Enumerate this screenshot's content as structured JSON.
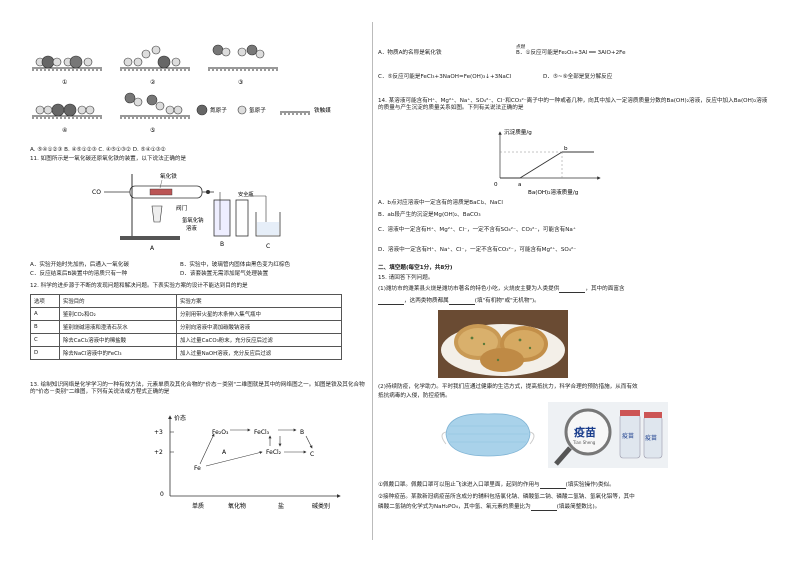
{
  "left": {
    "particle_labels": [
      "①",
      "②",
      "③",
      "④",
      "⑤"
    ],
    "legend": {
      "nitrogen": "氮原子",
      "hydrogen": "氢原子",
      "catalyst": "铁触媒"
    },
    "q10_answer": "A. ⑤④①②③   B. ④⑤①②③   C. ④⑤①③②   D. ⑤④①③②",
    "q11": {
      "stem": "11. 如图所示是一氧化碳还原氧化铁的装置，以下说法正确的是",
      "apparatus_labels": {
        "co": "CO",
        "iron_oxide": "氧化铁",
        "valve": "阀门",
        "solution": "氢氧化钠",
        "solution2": "溶液",
        "safety_bottle": "安全瓶",
        "a": "A",
        "b": "B",
        "c": "C"
      },
      "options": [
        "A．实验开始时先加热，后通入一氧化碳",
        "B．实验中，玻璃管内固体由黑色变为红棕色",
        "C．反应结束后B装置中的溶质只有一种",
        "D．该套装置无需添加尾气处理装置"
      ]
    },
    "q12": {
      "stem": "12. 科学的进步源于不断的发现问题和解决问题。下表实验方案的设计不能达到目的的是",
      "headers": [
        "选项",
        "实验目的",
        "实验方案"
      ],
      "rows": [
        [
          "A",
          "鉴别CO₂和O₂",
          "分别用带火星的木条伸入集气瓶中"
        ],
        [
          "B",
          "鉴别烧碱溶液和澄清石灰水",
          "分别向溶液中滴加碳酸钠溶液"
        ],
        [
          "C",
          "除去CaCl₂溶液中的稀盐酸",
          "加入过量CaCO₃粉末，充分反应后过滤"
        ],
        [
          "D",
          "除去NaCl溶液中的FeCl₃",
          "加入过量NaOH溶液，充分反应后过滤"
        ]
      ]
    },
    "q13": {
      "stem": "13. 绘制知识网络是化学学习的一种有效方法，元素单质及其化合物的\"价态－类别\"二维图就是其中的网络图之一。如图是铁及其化合物的\"价态－类别\"二维图，下列有关说法或方程式正确的是",
      "y_label": "价态",
      "x_categories": [
        "单质",
        "氧化物",
        "盐",
        "碱类别"
      ],
      "y_ticks": [
        "+3",
        "+2",
        "0"
      ],
      "nodes": {
        "fe2o3": "Fe₂O₃",
        "fecl3": "FeCl₃",
        "fecl2": "FeCl₂",
        "fe": "Fe",
        "a": "A",
        "b": "B",
        "c": "C"
      }
    }
  },
  "right": {
    "q13_options": {
      "a": "A．物质A的名称是氧化铁",
      "b": "B．①反应可能是Fe₂O₃+3Al ══ 3AlO+2Fe",
      "b_cond": "点燃",
      "c": "C．⑤反应可能是FeCl₃+3NaOH=Fe(OH)₃↓+3NaCl",
      "d": "D．⑤~⑨全部是复分解反应"
    },
    "q14": {
      "stem": "14. 某溶液可能含有H⁺、Mg²⁺、Na⁺、SO₄²⁻、Cl⁻和CO₃²⁻离子中的一种或者几种，向其中加入一定溶质质量分数的Ba(OH)₂溶液，反应中加入Ba(OH)₂溶液的质量与产生沉淀的质量关系如图。下列有关说法正确的是",
      "chart_ylabel": "沉淀质量/g",
      "chart_xlabel": "Ba(OH)₂溶液质量/g",
      "chart_points": {
        "origin": "0",
        "a": "a",
        "b": "b"
      },
      "options": [
        "A．b点对应溶液中一定含有的溶质是BaCl₂、NaCl",
        "B．ab段产生的沉淀是Mg(OH)₂、BaCO₃",
        "C．溶液中一定含有H⁺、Mg²⁺、Cl⁻，一定不含有SO₄²⁻、CO₃²⁻，可能含有Na⁺",
        "D．溶液中一定含有H⁺、Na⁺、Cl⁻，一定不含有CO₃²⁻，可能含有Mg²⁺、SO₄²⁻"
      ]
    },
    "section2_title": "二、填空题(每空1分，共8分)",
    "q15": {
      "stem": "15. 请回答下列问题。",
      "p1a": "(1)潍坊市的潍莱县火烧是潍坊市著名的特色小吃，火烧皮主要为人类提供",
      "p1b": "，其中的面富含",
      "p1c": "，这两类物质都属",
      "p1d": "(填\"有机物\"或\"无机物\")。",
      "p2a": "(2)持续防疫，化学助力。平时我们应通过健康的生活方式，提高抵抗力，科学合理的预防措施，从而有效",
      "p2b": "抵抗病毒的入侵，防控疫情。",
      "vaccine_label": "疫苗",
      "vaccine_sub": "Tian Sheng",
      "p3a": "①佩戴口罩。佩戴口罩可以阻止飞沫进入口罩里面，起到的作用与",
      "p3b": "(填实验操作)类似。",
      "p4a": "②接种疫苗。某款新冠病疫苗所含成分的辅料包括氯化钠、磷酸氢二钠、磷酸二氢钠、氢氧化铝等，其中",
      "p4b": "磷酸二氢钠的化学式为NaH₂PO₄，其中氢、氧元素的质量比为",
      "p4c": "(填最简整数比)。"
    }
  }
}
